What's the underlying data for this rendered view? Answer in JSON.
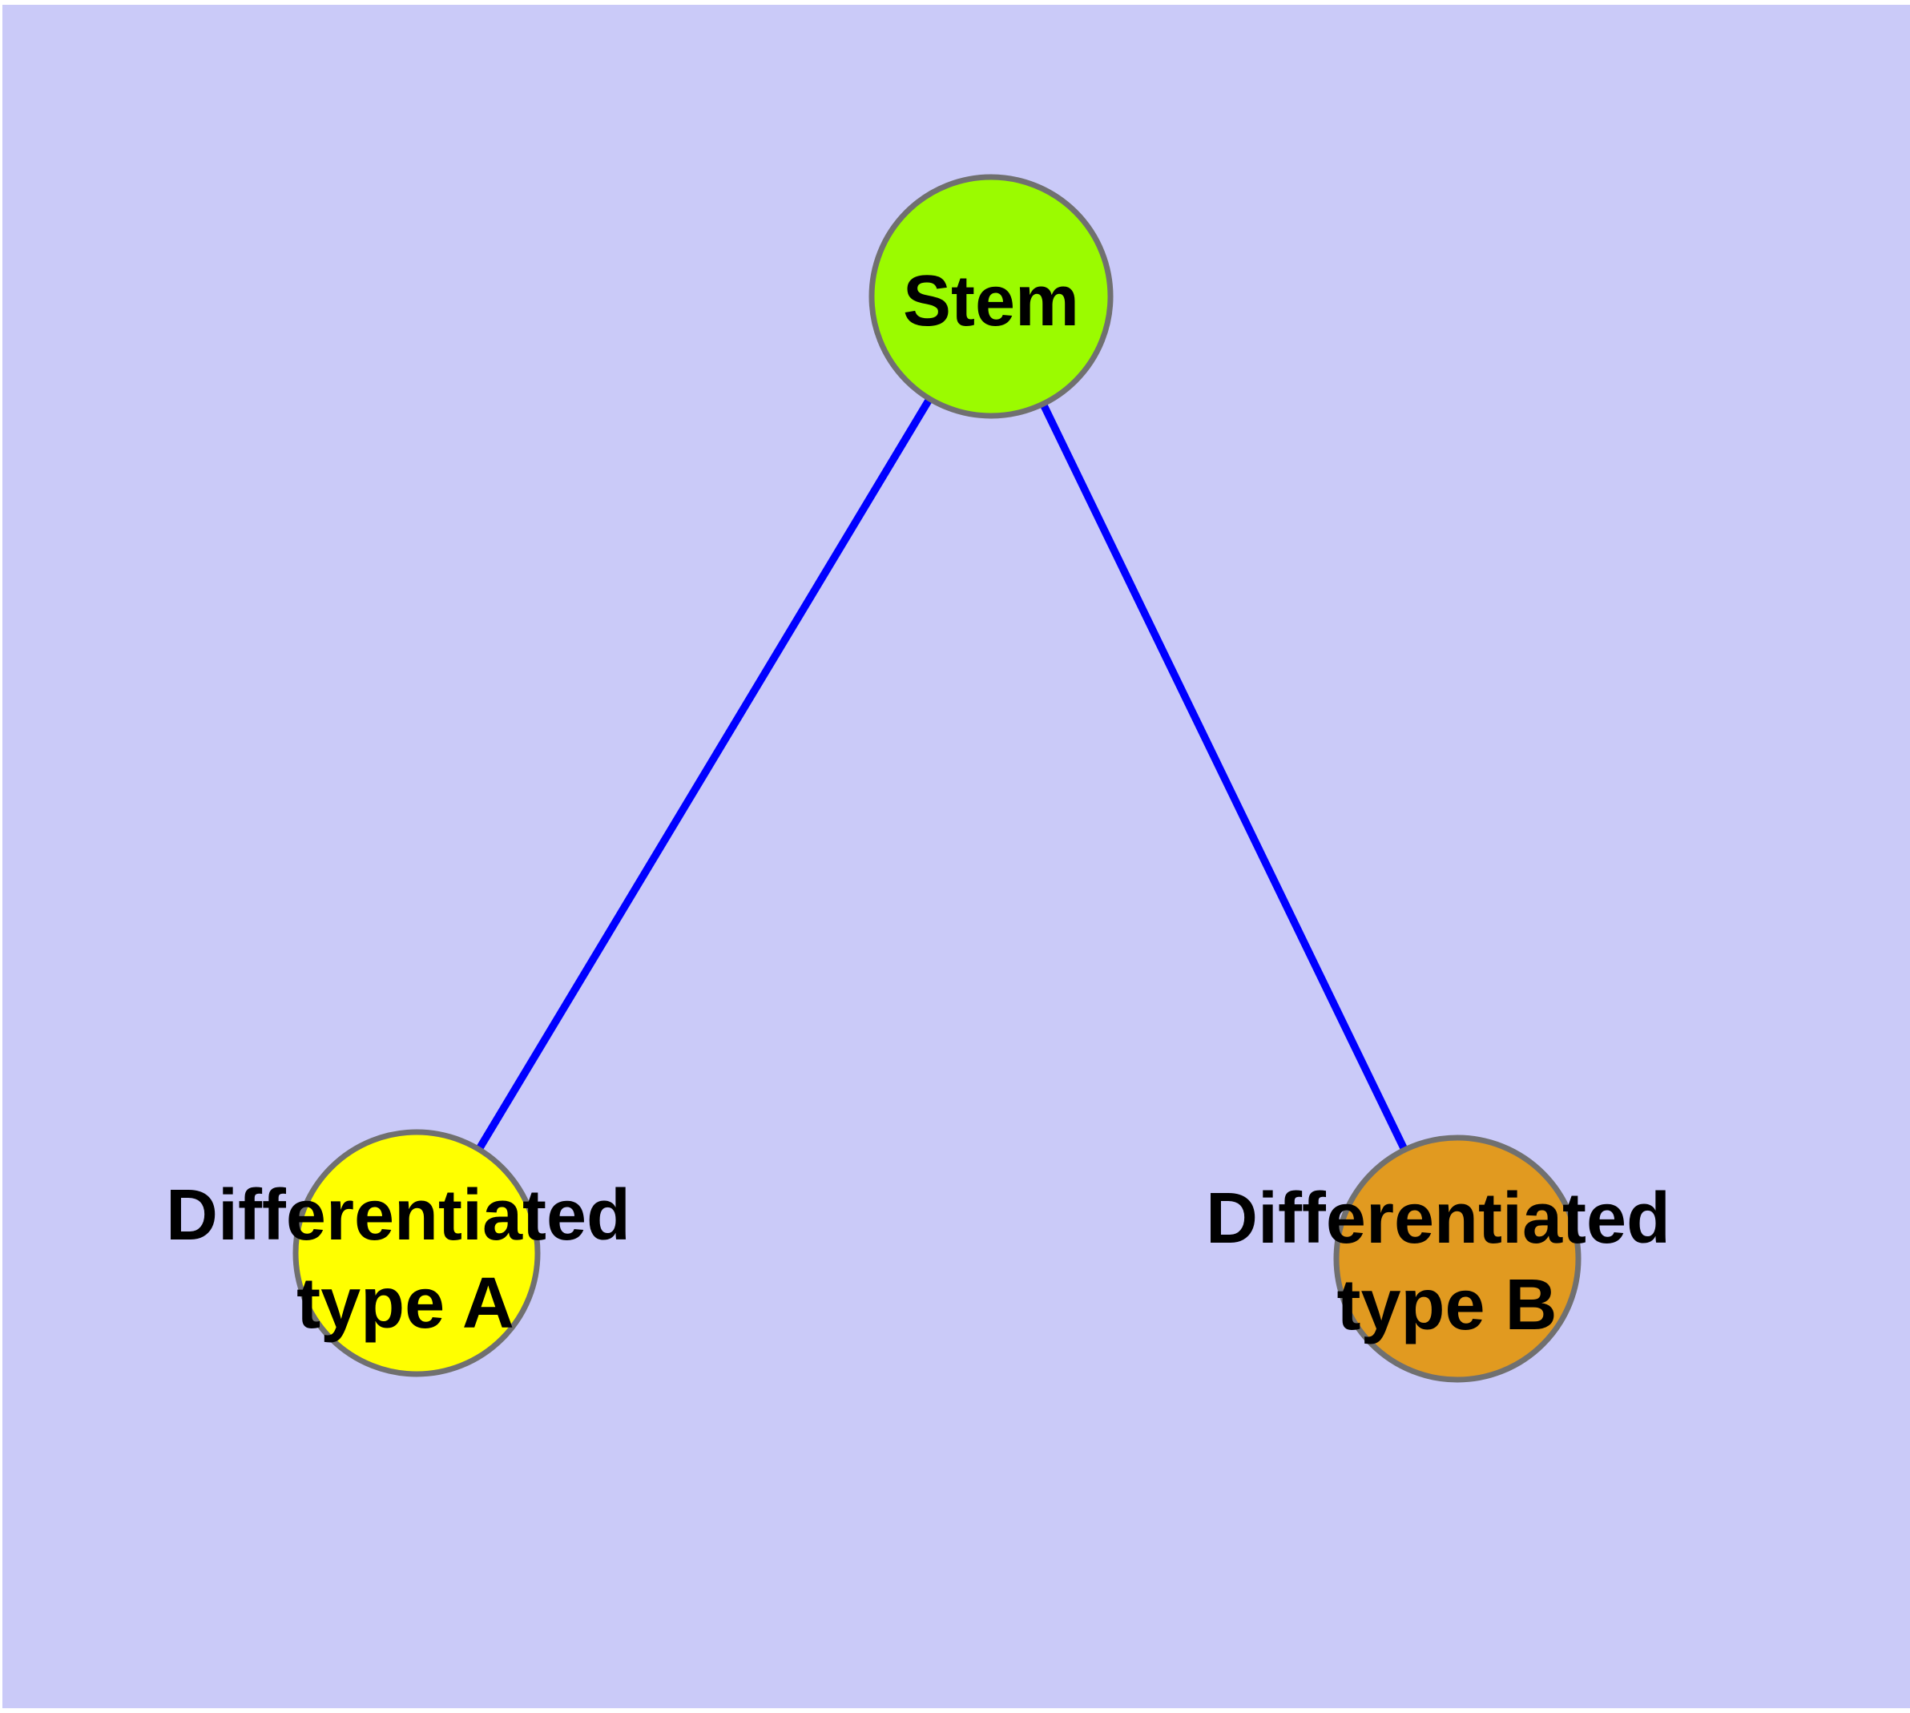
{
  "canvas": {
    "background_color": "#CACAF8",
    "frame_color": "#FFFFFF"
  },
  "edges": {
    "color": "#0000FF",
    "items": [
      {
        "from": "Stem",
        "to": "Differentiated type A"
      },
      {
        "from": "Stem",
        "to": "Differentiated type B"
      }
    ]
  },
  "nodes": {
    "border_color": "#707070",
    "label_color": "#000000",
    "stem": {
      "label": "Stem",
      "fill": "#9BFB00"
    },
    "type_a": {
      "label_line1": "Differentiated",
      "label_line2": "type A",
      "fill": "#FFFF00"
    },
    "type_b": {
      "label_line1": "Differentiated",
      "label_line2": "type B",
      "fill": "#E19A20"
    }
  }
}
